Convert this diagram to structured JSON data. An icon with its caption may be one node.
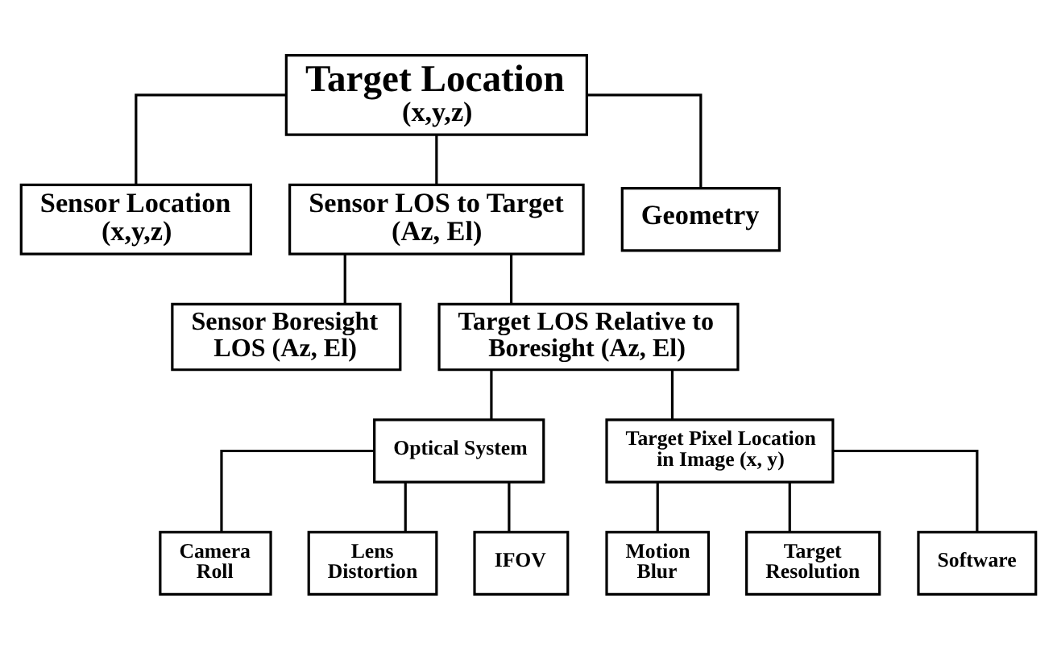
{
  "diagram": {
    "nodes": [
      {
        "text": [
          "Target Location",
          "(x,y,z)"
        ]
      },
      {
        "text": [
          "Sensor Location (x,y,z)"
        ]
      },
      {
        "text": [
          "Sensor LOS to Target (Az, El)"
        ]
      },
      {
        "text": [
          "Geometry"
        ]
      },
      {
        "text": [
          "Sensor Boresight LOS (Az, El)"
        ]
      },
      {
        "text": [
          "Target LOS Relative to Boresight (Az, El)"
        ]
      },
      {
        "text": [
          "Optical System"
        ]
      },
      {
        "text": [
          "Target Pixel Location in Image (x, y)"
        ]
      },
      {
        "text": [
          "Camera Roll"
        ]
      },
      {
        "text": [
          "Lens Distortion"
        ]
      },
      {
        "text": [
          "IFOV"
        ]
      },
      {
        "text": [
          "Motion Blur"
        ]
      },
      {
        "text": [
          "Target Resolution"
        ]
      },
      {
        "text": [
          "Software"
        ]
      }
    ],
    "edges": [
      {
        "from": 0,
        "to": 1,
        "arrow": "none"
      },
      {
        "from": 0,
        "to": 2,
        "arrow": "none"
      },
      {
        "from": 0,
        "to": 3,
        "arrow": "none"
      },
      {
        "from": 2,
        "to": 4,
        "arrow": "none"
      },
      {
        "from": 2,
        "to": 5,
        "arrow": "none"
      },
      {
        "from": 5,
        "to": 6,
        "arrow": "none"
      },
      {
        "from": 5,
        "to": 7,
        "arrow": "none"
      },
      {
        "from": 6,
        "to": 8,
        "arrow": "none"
      },
      {
        "from": 6,
        "to": 9,
        "arrow": "none"
      },
      {
        "from": 6,
        "to": 10,
        "arrow": "none"
      },
      {
        "from": 7,
        "to": 11,
        "arrow": "none"
      },
      {
        "from": 7,
        "to": 12,
        "arrow": "none"
      },
      {
        "from": 7,
        "to": 13,
        "arrow": "none"
      }
    ]
  }
}
